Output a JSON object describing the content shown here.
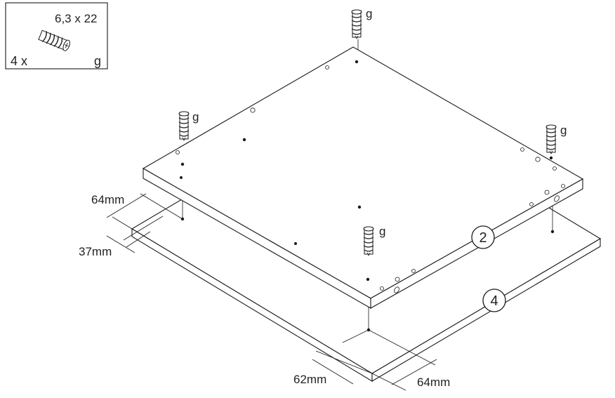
{
  "hardware_box": {
    "size_label": "6,3 x 22",
    "quantity_label": "4 x",
    "letter_label": "g"
  },
  "fastener_labels": [
    "g",
    "g",
    "g",
    "g"
  ],
  "parts": [
    {
      "id": "2"
    },
    {
      "id": "4"
    }
  ],
  "dimensions": {
    "top_left": "64mm",
    "lower_left": "37mm",
    "bottom_left": "62mm",
    "bottom_right": "64mm"
  }
}
